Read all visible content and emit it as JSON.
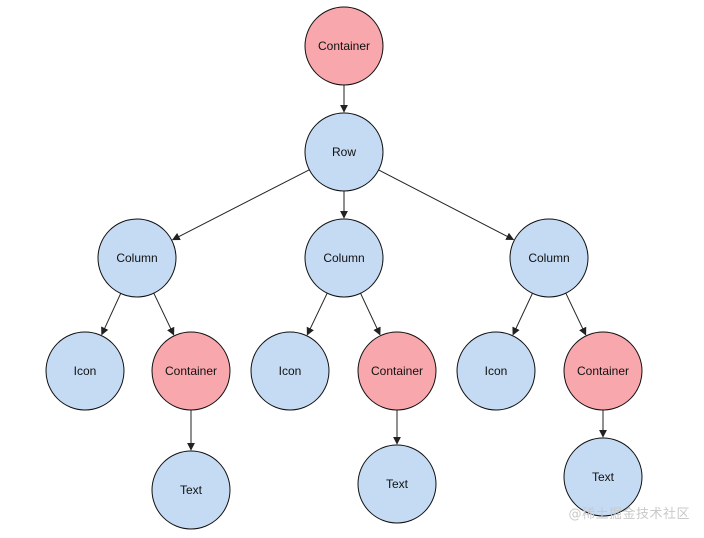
{
  "colors": {
    "container": "#f8a7ad",
    "widget": "#c5dbf3",
    "outline": "#111111"
  },
  "nodes": [
    {
      "id": "root",
      "label": "Container",
      "kind": "container"
    },
    {
      "id": "row",
      "label": "Row",
      "kind": "widget"
    },
    {
      "id": "col1",
      "label": "Column",
      "kind": "widget"
    },
    {
      "id": "col2",
      "label": "Column",
      "kind": "widget"
    },
    {
      "id": "col3",
      "label": "Column",
      "kind": "widget"
    },
    {
      "id": "icon1",
      "label": "Icon",
      "kind": "widget"
    },
    {
      "id": "cont1",
      "label": "Container",
      "kind": "container"
    },
    {
      "id": "icon2",
      "label": "Icon",
      "kind": "widget"
    },
    {
      "id": "cont2",
      "label": "Container",
      "kind": "container"
    },
    {
      "id": "icon3",
      "label": "Icon",
      "kind": "widget"
    },
    {
      "id": "cont3",
      "label": "Container",
      "kind": "container"
    },
    {
      "id": "text1",
      "label": "Text",
      "kind": "widget"
    },
    {
      "id": "text2",
      "label": "Text",
      "kind": "widget"
    },
    {
      "id": "text3",
      "label": "Text",
      "kind": "widget"
    }
  ],
  "edges": [
    {
      "from": "root",
      "to": "row"
    },
    {
      "from": "row",
      "to": "col1"
    },
    {
      "from": "row",
      "to": "col2"
    },
    {
      "from": "row",
      "to": "col3"
    },
    {
      "from": "col1",
      "to": "icon1"
    },
    {
      "from": "col1",
      "to": "cont1"
    },
    {
      "from": "col2",
      "to": "icon2"
    },
    {
      "from": "col2",
      "to": "cont2"
    },
    {
      "from": "col3",
      "to": "icon3"
    },
    {
      "from": "col3",
      "to": "cont3"
    },
    {
      "from": "cont1",
      "to": "text1"
    },
    {
      "from": "cont2",
      "to": "text2"
    },
    {
      "from": "cont3",
      "to": "text3"
    }
  ],
  "watermark": "@稀土掘金技术社区"
}
